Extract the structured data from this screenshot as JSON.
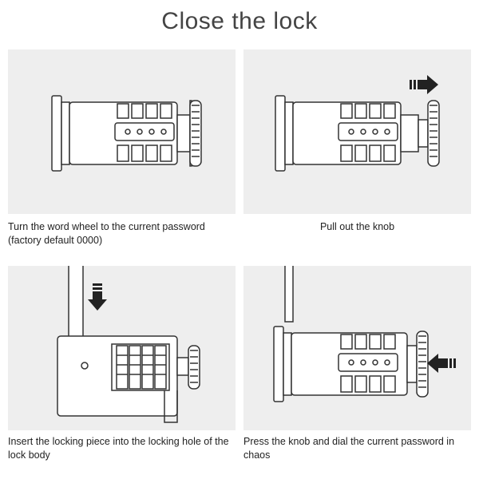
{
  "title": "Close the lock",
  "steps": [
    {
      "caption": "Turn the word wheel to the current password (factory default 0000)",
      "illustration": "lock-side-view",
      "arrow": null
    },
    {
      "caption": "Pull out the knob",
      "illustration": "lock-knob-pulled-out",
      "arrow": "right-arrow-icon"
    },
    {
      "caption": "Insert the locking piece into the locking hole of the lock body",
      "illustration": "locking-piece-inserted",
      "arrow": "down-arrow-icon"
    },
    {
      "caption": "Press the knob and dial the current password in chaos",
      "illustration": "lock-knob-pressed-in",
      "arrow": "left-arrow-icon"
    }
  ],
  "colors": {
    "panel_bg": "#eeeeee",
    "line": "#333333",
    "arrow": "#222222"
  }
}
